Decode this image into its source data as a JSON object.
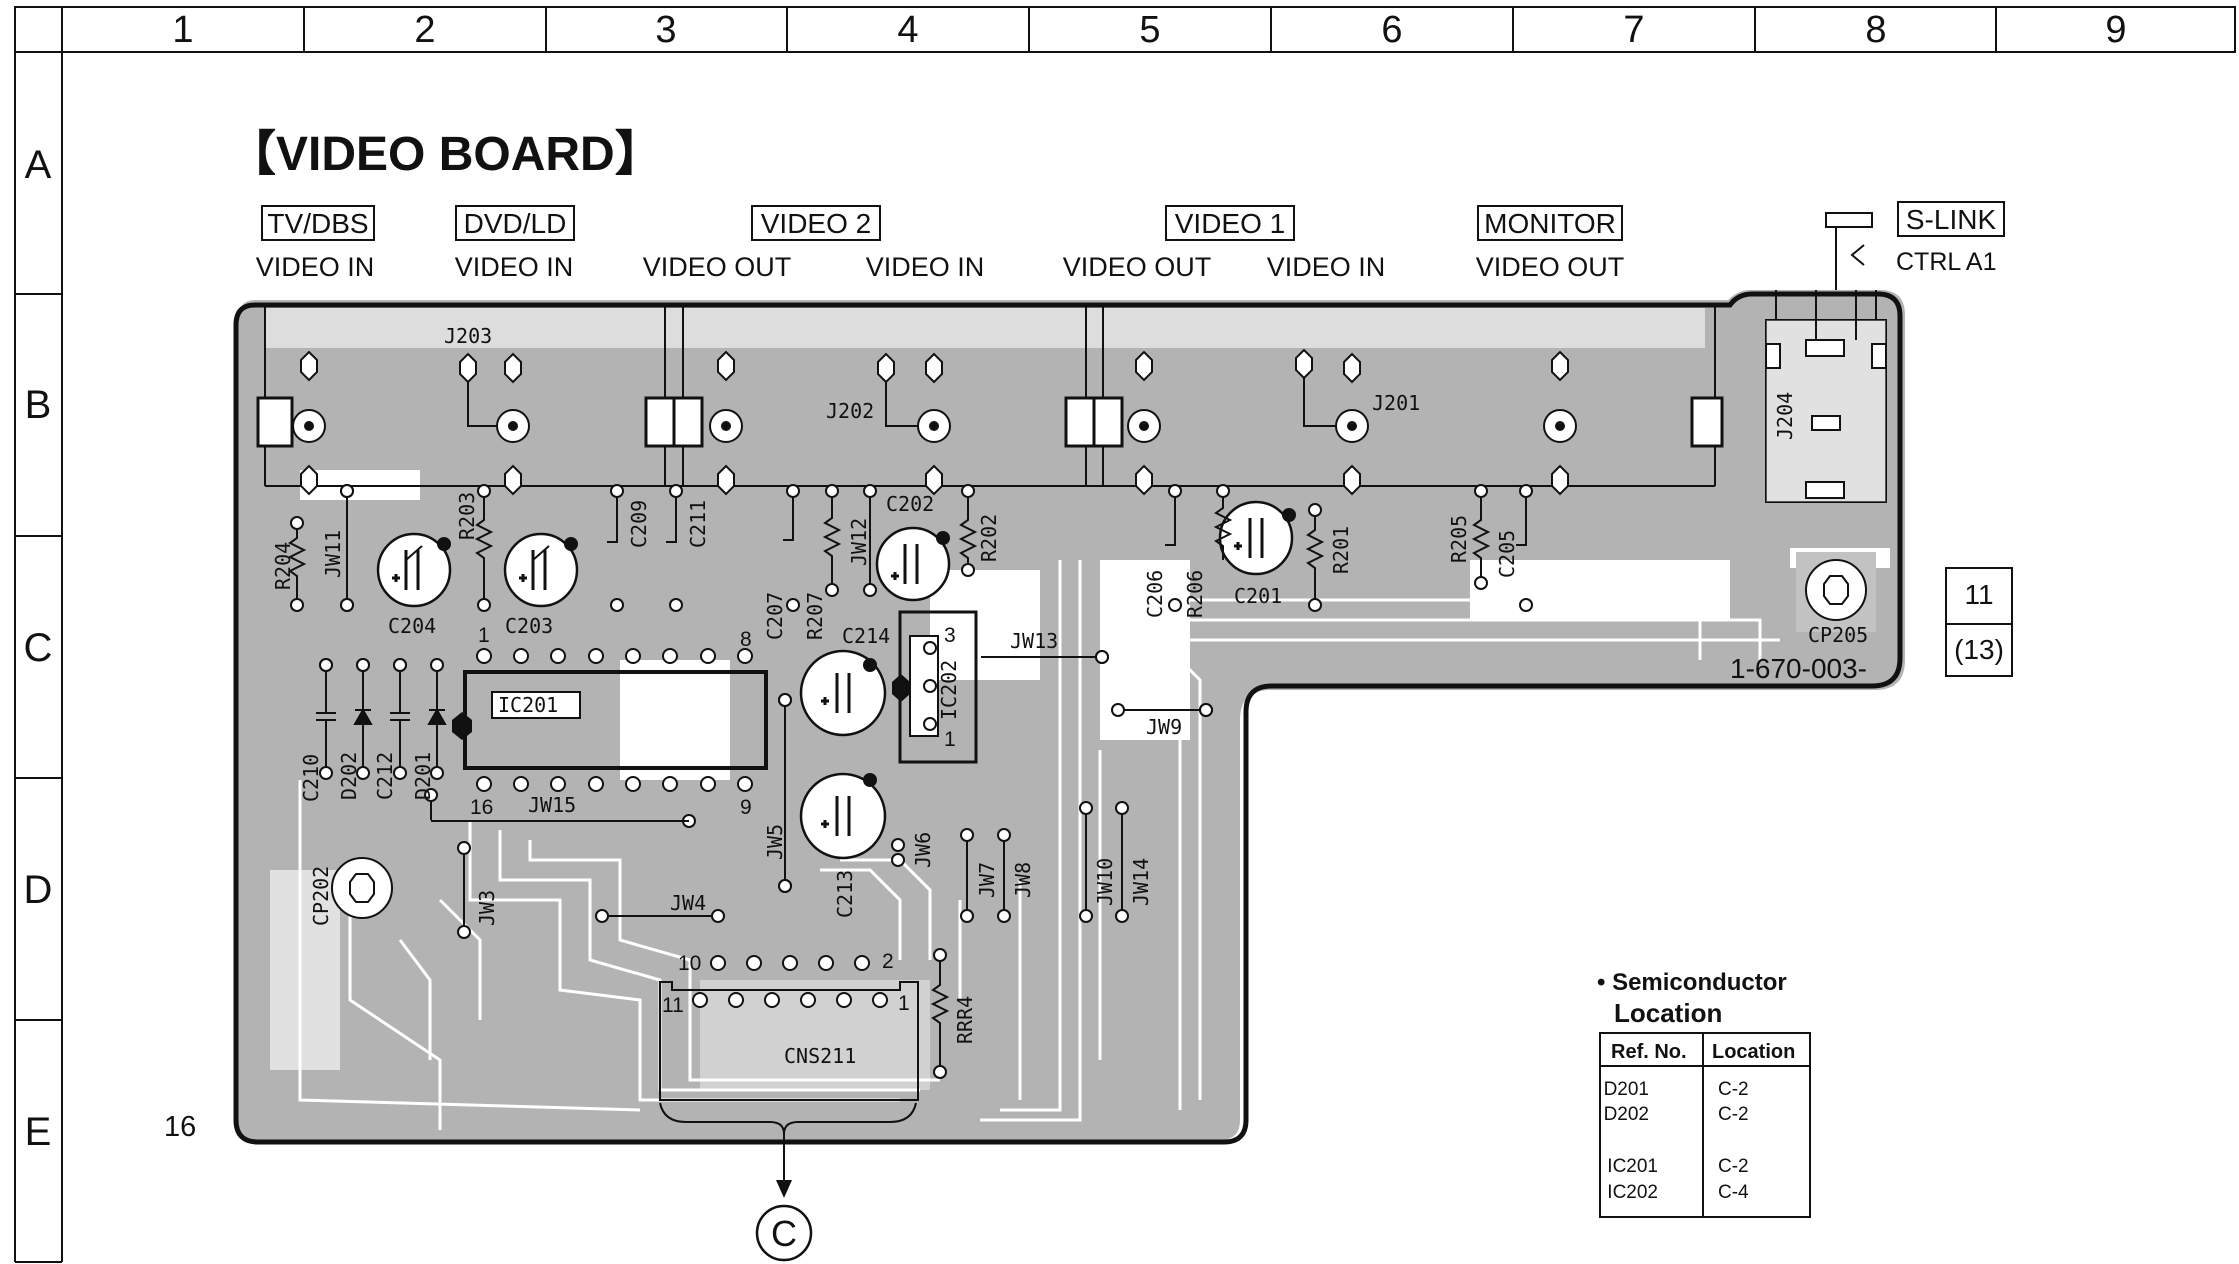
{
  "grid": {
    "columns": [
      "1",
      "2",
      "3",
      "4",
      "5",
      "6",
      "7",
      "8",
      "9"
    ],
    "rows": [
      "A",
      "B",
      "C",
      "D",
      "E"
    ]
  },
  "title": "【VIDEO BOARD】",
  "jacks": [
    {
      "name": "TV/DBS",
      "sub": "VIDEO IN"
    },
    {
      "name": "DVD/LD",
      "sub": "VIDEO IN"
    },
    {
      "name": "VIDEO 2",
      "subs": [
        "VIDEO OUT",
        "VIDEO IN"
      ]
    },
    {
      "name": "VIDEO 1",
      "subs": [
        "VIDEO OUT",
        "VIDEO IN"
      ]
    },
    {
      "name": "MONITOR",
      "sub": "VIDEO OUT"
    }
  ],
  "slink": {
    "name": "S-LINK",
    "sub": "CTRL A1"
  },
  "components": {
    "j203": "J203",
    "j202": "J202",
    "j201": "J201",
    "j204": "J204",
    "r204": "R204",
    "jw11": "JW11",
    "r203": "R203",
    "c209": "C209",
    "c211": "C211",
    "c204": "C204",
    "c203": "C203",
    "c207": "C207",
    "r207": "R207",
    "jw12": "JW12",
    "c202": "C202",
    "r202": "R202",
    "c214": "C214",
    "ic202": "IC202",
    "jw13": "JW13",
    "c206": "C206",
    "r206": "R206",
    "c201": "C201",
    "r201": "R201",
    "r205": "R205",
    "c205": "C205",
    "cp205": "CP205",
    "ic201": "IC201",
    "c210": "C210",
    "d202": "D202",
    "c212": "C212",
    "d201": "D201",
    "jw15": "JW15",
    "jw9": "JW9",
    "cp202": "CP202",
    "jw3": "JW3",
    "jw5": "JW5",
    "jw6": "JW6",
    "c213": "C213",
    "jw4": "JW4",
    "jw7": "JW7",
    "jw8": "JW8",
    "jw10": "JW10",
    "jw14": "JW14",
    "rrr4": "RRR4",
    "cns211": "CNS211"
  },
  "pin_labels": {
    "ic201_1": "1",
    "ic201_8": "8",
    "ic201_16": "16",
    "ic201_9": "9",
    "ic202_3": "3",
    "ic202_1": "1",
    "cns_10": "10",
    "cns_2": "2",
    "cns_11": "11",
    "cns_1": "1"
  },
  "board_number": "1-670-003-",
  "board_id": {
    "top": "11",
    "bottom": "(13)"
  },
  "page_number": "16",
  "connector_ref": "C",
  "semiconductor_table": {
    "heading_line1": "• Semiconductor",
    "heading_line2": "Location",
    "headers": [
      "Ref. No.",
      "Location"
    ],
    "rows": [
      [
        "D201",
        "C-2"
      ],
      [
        "D202",
        "C-2"
      ],
      [
        "IC201",
        "C-2"
      ],
      [
        "IC202",
        "C-4"
      ]
    ]
  }
}
